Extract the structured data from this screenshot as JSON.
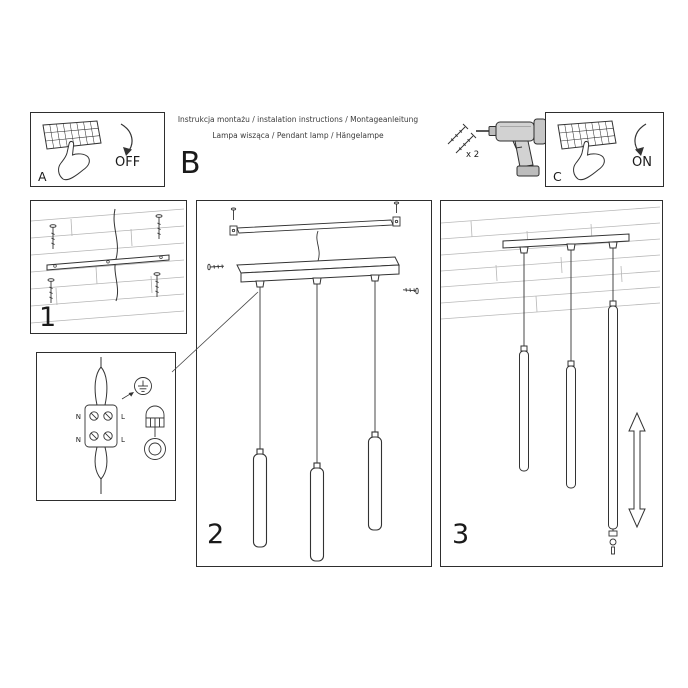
{
  "page": {
    "background": "#ffffff",
    "ink": "#222222",
    "plank_line": "#b5b5b5"
  },
  "header": {
    "title_line1": "Instrukcja montażu / instalation instructions / Montageanleitung",
    "title_line2": "Lampa wisząca / Pendant lamp / Hängelampe"
  },
  "panels": {
    "a": {
      "label": "A",
      "state": "OFF"
    },
    "b": {
      "label": "B"
    },
    "c": {
      "label": "C",
      "state": "ON"
    },
    "tools": {
      "screws_count": "x 2"
    },
    "step1": {
      "label": "1"
    },
    "step2": {
      "label": "2"
    },
    "step3": {
      "label": "3"
    }
  },
  "wiring_labels": {
    "top_left": "N",
    "top_right": "L",
    "bottom_left": "N",
    "bottom_right": "L"
  }
}
